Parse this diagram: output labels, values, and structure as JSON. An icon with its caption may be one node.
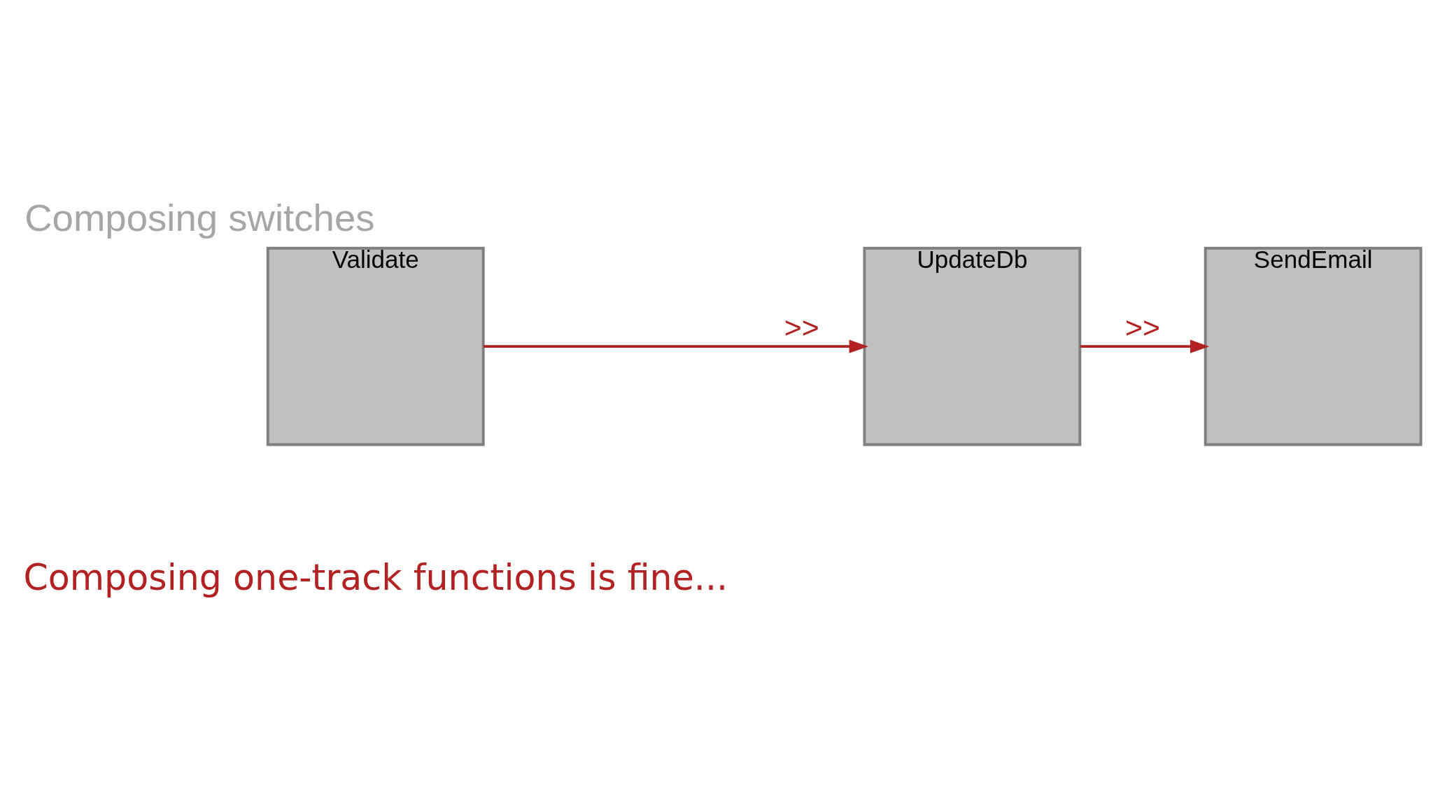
{
  "diagram": {
    "title": "Composing switches",
    "caption": "Composing one-track functions is fine...",
    "nodes": [
      {
        "text": [
          "Validate"
        ]
      },
      {
        "text": [
          "UpdateDb"
        ]
      },
      {
        "text": [
          "SendEmail"
        ]
      }
    ],
    "edges": [
      {
        "from": 0,
        "to": 1,
        "arrow": "to",
        "label": ">>"
      },
      {
        "from": 1,
        "to": 2,
        "arrow": "to",
        "label": ">>"
      }
    ]
  }
}
